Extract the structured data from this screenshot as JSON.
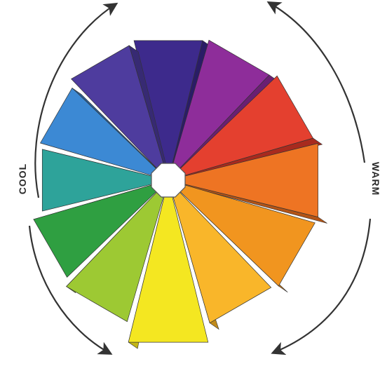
{
  "labels": {
    "cool": "COOL",
    "warm": "WARM"
  },
  "colors": {
    "segments": [
      {
        "name": "violet",
        "face": "#3d2a8c",
        "side": "#2a1c66"
      },
      {
        "name": "red-violet",
        "face": "#8e2d9a",
        "side": "#6a1f73"
      },
      {
        "name": "red",
        "face": "#e4402f",
        "side": "#a82a1e"
      },
      {
        "name": "red-orange",
        "face": "#ee7423",
        "side": "#b35417"
      },
      {
        "name": "orange",
        "face": "#f1951f",
        "side": "#b86d15"
      },
      {
        "name": "yellow-orange",
        "face": "#f9b62a",
        "side": "#c08a1a"
      },
      {
        "name": "yellow",
        "face": "#f4e721",
        "side": "#c2b515"
      },
      {
        "name": "yellow-green",
        "face": "#9dc933",
        "side": "#729624"
      },
      {
        "name": "green",
        "face": "#2f9f41",
        "side": "#217430"
      },
      {
        "name": "blue-green",
        "face": "#2ea39a",
        "side": "#207670"
      },
      {
        "name": "blue",
        "face": "#3c89d4",
        "side": "#2a629b"
      },
      {
        "name": "blue-violet",
        "face": "#4e3c9e",
        "side": "#372a73"
      }
    ],
    "hub": "#ffffff",
    "arrows": "#333333",
    "labels": "#2a2a2a"
  }
}
